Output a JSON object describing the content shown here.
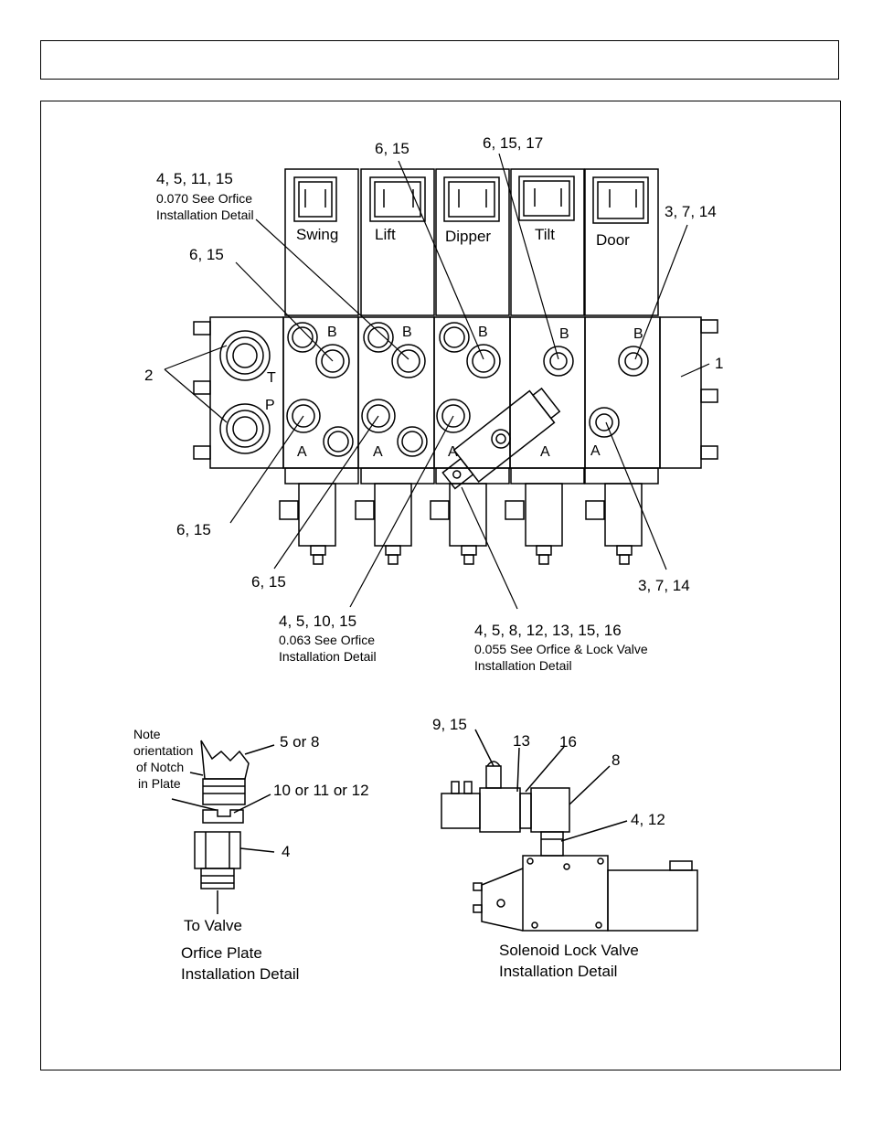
{
  "sections": {
    "swing": "Swing",
    "lift": "Lift",
    "dipper": "Dipper",
    "tilt": "Tilt",
    "door": "Door"
  },
  "ports": {
    "a": "A",
    "b": "B",
    "t": "T",
    "p": "P"
  },
  "callouts": {
    "c_6_15_top": "6, 15",
    "c_6_15_17": "6, 15, 17",
    "c_4_5_11_15": "4, 5, 11, 15",
    "c_0070": "0.070 See Orfice",
    "c_0070_2": "Installation Detail",
    "c_3_7_14_top": "3, 7, 14",
    "c_6_15_left": "6, 15",
    "c_2": "2",
    "c_1": "1",
    "c_6_15_low1": "6, 15",
    "c_6_15_low2": "6, 15",
    "c_3_7_14_bot": "3, 7, 14",
    "c_4_5_10_15": "4, 5, 10, 15",
    "c_0063": "0.063 See Orfice",
    "c_0063_2": "Installation Detail",
    "c_4_5_8": "4, 5, 8, 12, 13, 15, 16",
    "c_0055": "0.055 See Orfice & Lock Valve",
    "c_0055_2": "Installation Detail"
  },
  "orifice_detail": {
    "note1": "Note",
    "note2": "orientation",
    "note3": "of Notch",
    "note4": "in Plate",
    "c_5or8": "5 or 8",
    "c_10_11_12": "10 or 11 or 12",
    "c_4": "4",
    "to_valve": "To Valve",
    "title1": "Orfice Plate",
    "title2": "Installation Detail"
  },
  "lock_detail": {
    "c_9_15": "9, 15",
    "c_13": "13",
    "c_16": "16",
    "c_8": "8",
    "c_4_12": "4, 12",
    "title1": "Solenoid Lock Valve",
    "title2": "Installation Detail"
  }
}
